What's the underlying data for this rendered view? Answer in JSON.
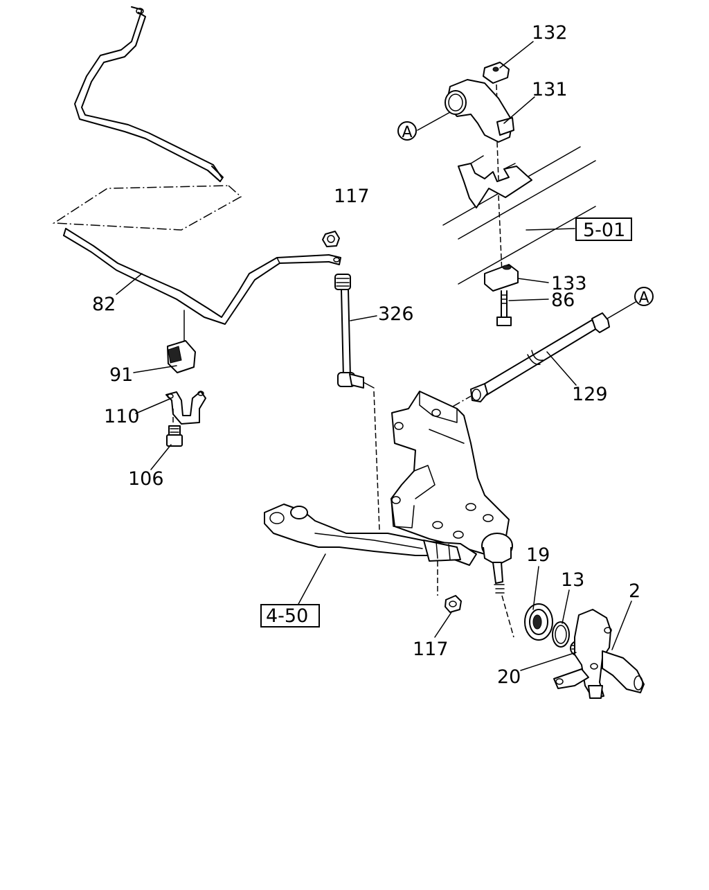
{
  "callouts": {
    "c132": "132",
    "c131": "131",
    "cA_top": "A",
    "c117_top": "117",
    "c5_01": "5-01",
    "c133": "133",
    "c86": "86",
    "cA_right": "A",
    "c82": "82",
    "c326": "326",
    "c91": "91",
    "c129": "129",
    "c110": "110",
    "c106": "106",
    "c19": "19",
    "c13": "13",
    "c2": "2",
    "c4_50": "4-50",
    "c117_bottom": "117",
    "c20": "20"
  }
}
